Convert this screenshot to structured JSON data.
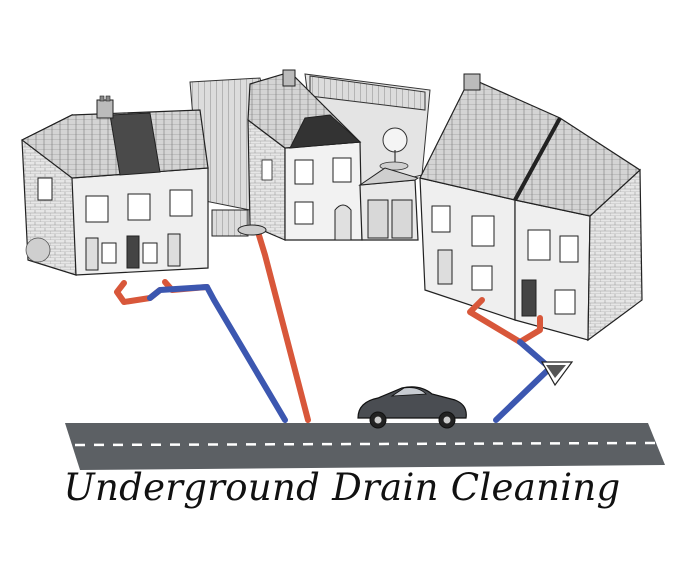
{
  "caption": "Underground Drain Cleaning",
  "colors": {
    "background": "#ffffff",
    "road": "#5c6064",
    "road_dash": "#ffffff",
    "pipe_red": "#d8573a",
    "pipe_blue": "#3c57b0",
    "house_wall": "#eeeeee",
    "roof": "#c9c9c9",
    "line": "#222222",
    "car": "#4a4d52"
  },
  "illustration": {
    "left_house": "terrace-house-left",
    "center_house": "detached-house-center",
    "right_house": "terrace-house-right",
    "vehicle": "car-icon",
    "inspection_point": "drain-inspection-chamber"
  }
}
